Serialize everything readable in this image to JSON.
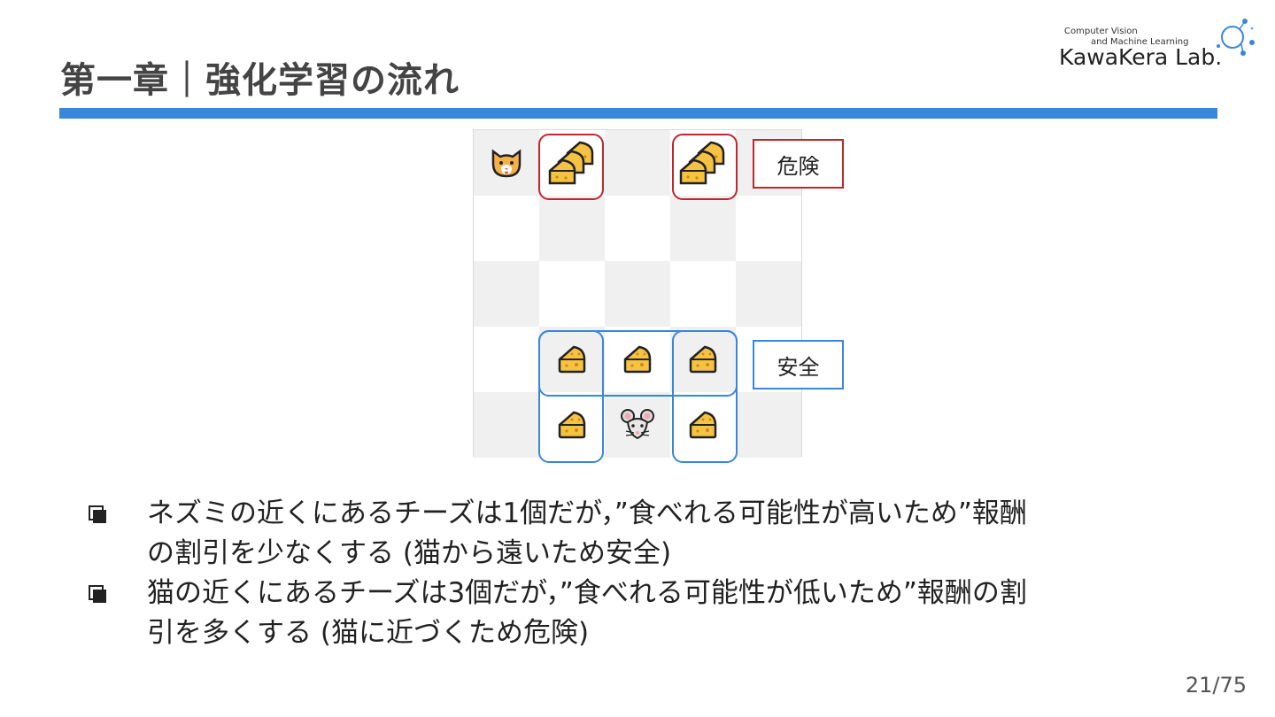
{
  "header": {
    "title": "第一章｜強化学習の流れ",
    "logo": {
      "line1": "Computer Vision",
      "line2": "and Machine Learning",
      "name": "KawaKera Lab."
    }
  },
  "grid": {
    "rows": 5,
    "cols": 5,
    "pieces": [
      {
        "row": 0,
        "col": 0,
        "icon": "cat-icon"
      },
      {
        "row": 0,
        "col": 1,
        "icon": "cheese-stack-icon"
      },
      {
        "row": 0,
        "col": 3,
        "icon": "cheese-stack-icon"
      },
      {
        "row": 3,
        "col": 1,
        "icon": "cheese-icon"
      },
      {
        "row": 3,
        "col": 2,
        "icon": "cheese-icon"
      },
      {
        "row": 3,
        "col": 3,
        "icon": "cheese-icon"
      },
      {
        "row": 4,
        "col": 1,
        "icon": "cheese-icon"
      },
      {
        "row": 4,
        "col": 2,
        "icon": "mouse-icon"
      },
      {
        "row": 4,
        "col": 3,
        "icon": "cheese-icon"
      }
    ],
    "danger_label": "危険",
    "safe_label": "安全",
    "colors": {
      "danger": "#c0262d",
      "safe": "#3a86dc",
      "cell_gray": "#f0f0f0"
    }
  },
  "bullets": [
    {
      "line1": "ネズミの近くにあるチーズは1個だが，”食べれる可能性が高いため”報酬",
      "line2": "の割引を少なくする (猫から遠いため安全)"
    },
    {
      "line1": "猫の近くにあるチーズは3個だが，”食べれる可能性が低いため”報酬の割",
      "line2": "引を多くする (猫に近づくため危険)"
    }
  ],
  "page": {
    "number": "21/75"
  }
}
